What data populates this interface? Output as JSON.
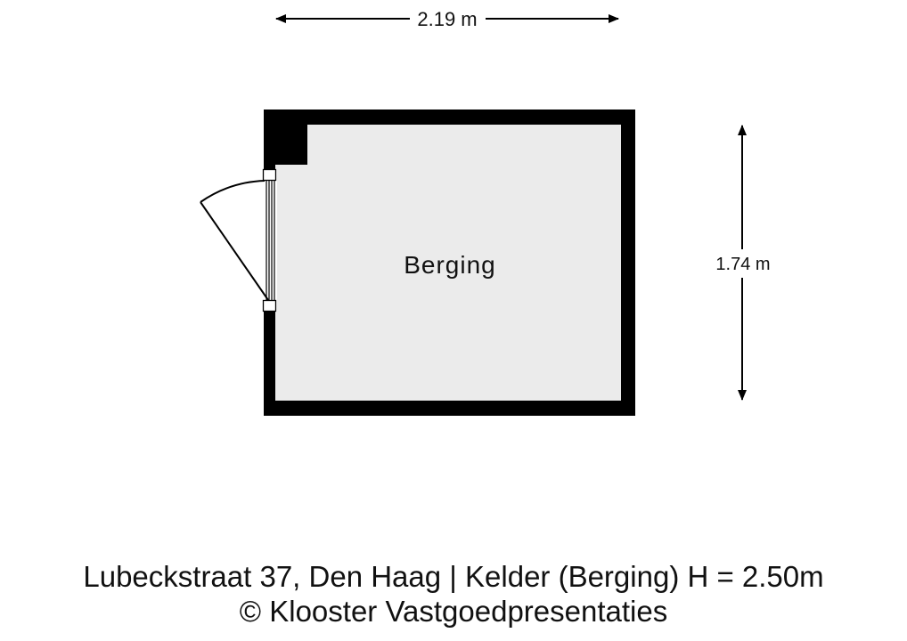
{
  "plan": {
    "room_label": "Berging",
    "width_dimension": "2.19 m",
    "height_dimension": "1.74 m",
    "wall_color": "#000000",
    "floor_color": "#ebebeb"
  },
  "caption": {
    "line1": "Lubeckstraat 37, Den Haag | Kelder (Berging) H = 2.50m",
    "line2": "© Klooster Vastgoedpresentaties"
  }
}
